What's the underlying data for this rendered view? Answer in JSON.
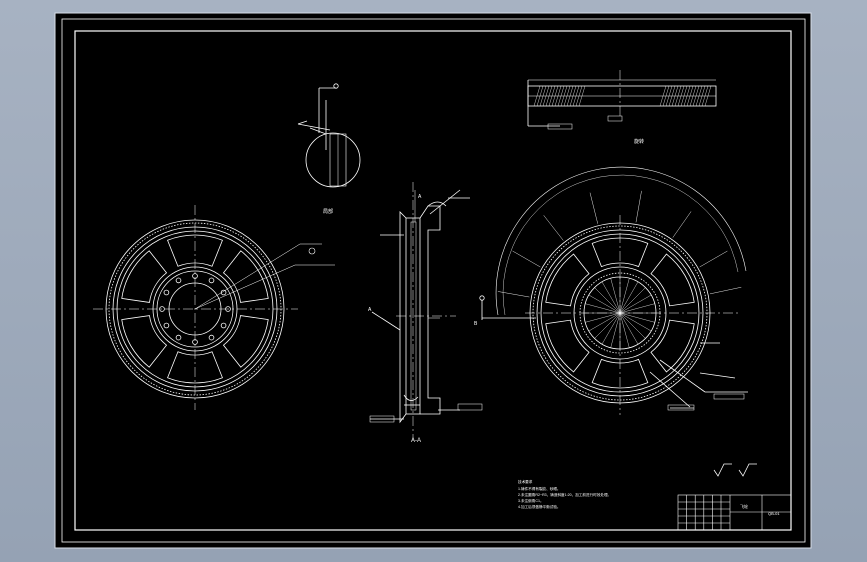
{
  "colors": {
    "viewport_bg": "#9eaabb",
    "sheet_bg": "#000000",
    "line": "#ffffff"
  },
  "labels": {
    "section_aa": "A-A",
    "view_rotated": "旋转",
    "view_detail": "局部",
    "marker_a_top": "A",
    "marker_a_bottom": "A",
    "marker_b": "B"
  },
  "notes": {
    "title": "技术要求",
    "lines": [
      "1.铸件不得有裂纹、砂眼。",
      "2.未注圆角R2~R3，铸造斜度1:20，加工前进行时效处理。",
      "3.未注倒角C1。",
      "4.加工后须做静平衡试验。"
    ]
  },
  "title_block": {
    "name": "飞轮",
    "drawing_no": "QB-01"
  }
}
